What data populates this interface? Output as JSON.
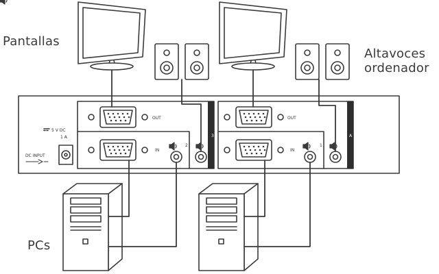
{
  "labels": {
    "displays": "Pantallas",
    "speakers_line1": "Altavoces",
    "speakers_line2": "ordenador",
    "pcs": "PCs"
  },
  "panel": {
    "power_spec_voltage": "5 V DC",
    "power_spec_current": "1 A",
    "dc_input": "DC INPUT",
    "port_out": "OUT",
    "port_in": "IN",
    "port_numbers": [
      "1",
      "2",
      "3"
    ],
    "unit_mark": "A"
  },
  "colors": {
    "line": "#3a3a3a",
    "panel_edge": "#2e2e2e",
    "background": "#ffffff"
  }
}
